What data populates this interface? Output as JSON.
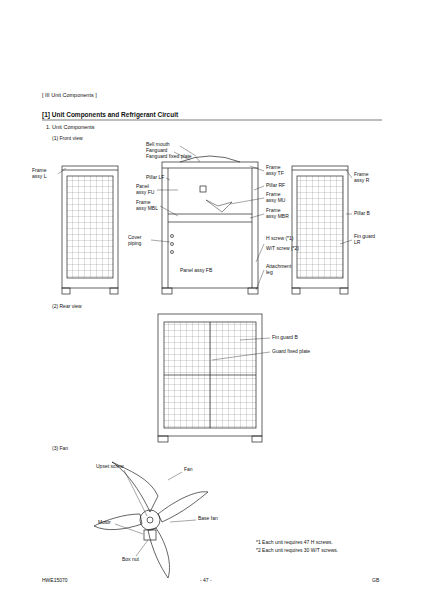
{
  "diagram": {
    "labels": [
      "[ III Unit Components ]",
      "[1] Unit Components and Refrigerant Circuit",
      "1. Unit Components",
      "(1) Front view",
      "Bell mouth",
      "Fanguard",
      "Fanguard fixed plate",
      "Frame assy L",
      "Pillar LF",
      "Panel assy FU",
      "Frame assy MBL",
      "Cover piping",
      "Panel assy FB",
      "Frame assy TF",
      "Pillar RF",
      "Frame assy MU",
      "Frame assy MBR",
      "H screw (*1)",
      "W/T screw (*2)",
      "Attachment leg",
      "Frame assy R",
      "Pillar B",
      "Fin guard LR",
      "(2) Rear view",
      "Fin guard B",
      "Guard fixed plate",
      "(3) Fan",
      "Upset screw",
      "Fan",
      "Motor",
      "Base fan",
      "Box nut",
      "*1 Each unit requires 47 H screws.",
      "*2 Each unit requires 30 W/T screws.",
      "HWE15070",
      "- 47 -",
      "GB"
    ]
  }
}
